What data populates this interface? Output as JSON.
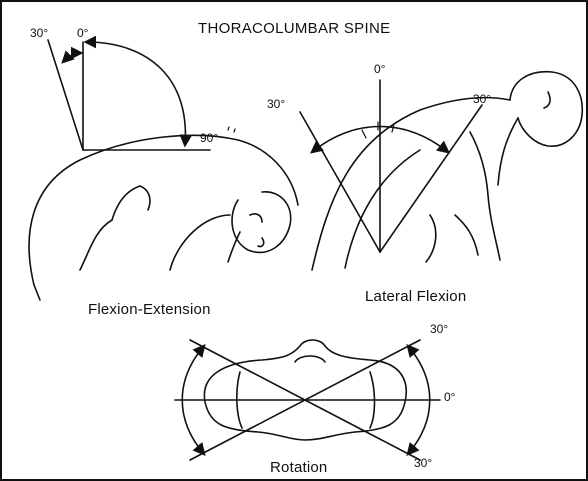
{
  "figure": {
    "title": "THORACOLUMBAR SPINE",
    "panels": {
      "flexion_extension": {
        "caption": "Flexion-Extension",
        "labels": {
          "extension": "30°",
          "neutral": "0°",
          "flexion": "90°"
        }
      },
      "lateral_flexion": {
        "caption": "Lateral Flexion",
        "labels": {
          "left": "30°",
          "neutral": "0°",
          "right": "30°"
        }
      },
      "rotation": {
        "caption": "Rotation",
        "labels": {
          "top": "30°",
          "neutral": "0°",
          "bottom": "30°"
        }
      }
    },
    "colors": {
      "ink": "#111111",
      "background": "#ffffff"
    }
  }
}
